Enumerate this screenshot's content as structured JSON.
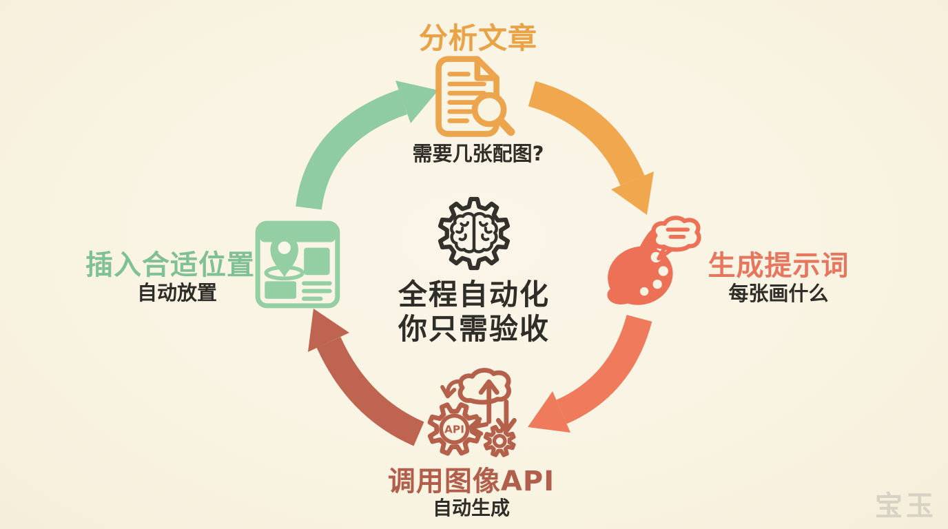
{
  "canvas": {
    "background_color": "#f9f3e2",
    "watermark": "宝玉",
    "watermark_color": "#d8d2c4"
  },
  "center": {
    "line1": "全程自动化",
    "line2": "你只需验收",
    "icon": "brain-gear-icon",
    "icon_color": "#33312c",
    "text_color": "#2f2d27"
  },
  "steps": [
    {
      "id": "analyze-article",
      "position": "top",
      "label": "分析文章",
      "caption": "需要几张配图?",
      "color": "#eca44d",
      "icon": "document-search-icon"
    },
    {
      "id": "generate-prompts",
      "position": "right",
      "label": "生成提示词",
      "caption": "每张画什么",
      "color": "#ed7156",
      "icon": "palette-brush-speech-icon"
    },
    {
      "id": "call-image-api",
      "position": "bottom",
      "label": "调用图像API",
      "caption": "自动生成",
      "color": "#b5604b",
      "icon": "gears-cloud-api-icon",
      "icon_text": "API"
    },
    {
      "id": "insert-position",
      "position": "left",
      "label": "插入合适位置",
      "caption": "自动放置",
      "color": "#92cfa3",
      "icon": "layout-map-pin-icon"
    }
  ],
  "arrows": [
    {
      "id": "left-to-top",
      "color": "#8fcba3"
    },
    {
      "id": "top-to-right",
      "color": "#f0a74e"
    },
    {
      "id": "right-to-bottom",
      "color": "#ef7a5c"
    },
    {
      "id": "bottom-to-left",
      "color": "#bf6450"
    }
  ]
}
